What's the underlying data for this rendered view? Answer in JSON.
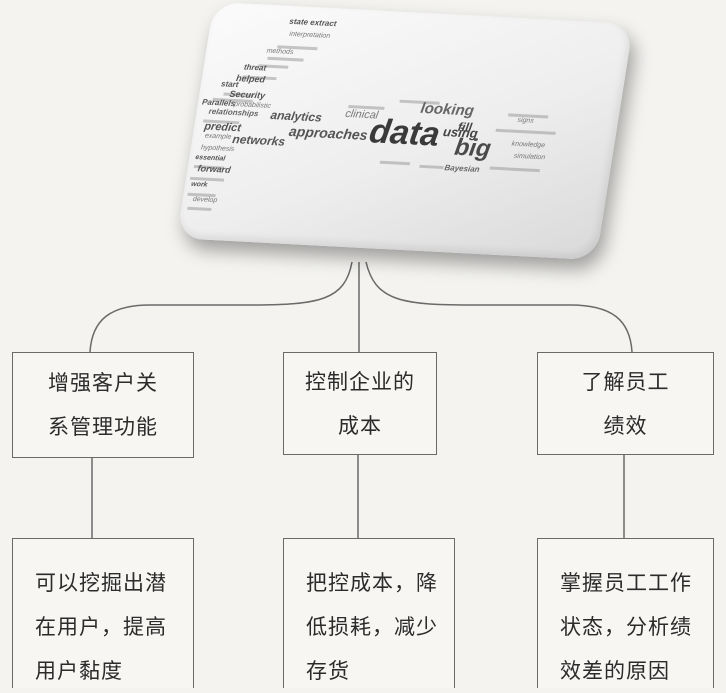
{
  "word_cloud": {
    "words": [
      {
        "text": "data",
        "size": 34,
        "weight": 700,
        "color": "#3a3a3a",
        "rot": 0
      },
      {
        "text": "big",
        "size": 24,
        "weight": 700,
        "color": "#4a4a4a",
        "rot": 0
      },
      {
        "text": "approaches",
        "size": 14,
        "weight": 700,
        "color": "#555555",
        "rot": 0
      },
      {
        "text": "networks",
        "size": 12,
        "weight": 700,
        "color": "#555555",
        "rot": 0
      },
      {
        "text": "looking",
        "size": 15,
        "weight": 700,
        "color": "#666666",
        "rot": 0
      },
      {
        "text": "analytics",
        "size": 12,
        "weight": 700,
        "color": "#555555",
        "rot": 0
      },
      {
        "text": "clinical",
        "size": 11,
        "weight": 400,
        "color": "#777777",
        "rot": 0
      },
      {
        "text": "predict",
        "size": 11,
        "weight": 700,
        "color": "#555555",
        "rot": 0
      },
      {
        "text": "using",
        "size": 13,
        "weight": 700,
        "color": "#444444",
        "rot": 0
      },
      {
        "text": "Security",
        "size": 9,
        "weight": 700,
        "color": "#555555",
        "rot": 0
      },
      {
        "text": "helped",
        "size": 9,
        "weight": 700,
        "color": "#555555",
        "rot": 0
      },
      {
        "text": "forward",
        "size": 9,
        "weight": 700,
        "color": "#555555",
        "rot": 0
      },
      {
        "text": "state extract",
        "size": 8,
        "weight": 700,
        "color": "#555555",
        "rot": 0
      },
      {
        "text": "relationships",
        "size": 8,
        "weight": 700,
        "color": "#666666",
        "rot": 0
      },
      {
        "text": "Bayesian",
        "size": 8,
        "weight": 700,
        "color": "#666666",
        "rot": 0
      },
      {
        "text": "knowledge",
        "size": 7,
        "weight": 400,
        "color": "#777777",
        "rot": 0
      },
      {
        "text": "threat",
        "size": 8,
        "weight": 700,
        "color": "#555555",
        "rot": 0
      },
      {
        "text": "start",
        "size": 8,
        "weight": 700,
        "color": "#555555",
        "rot": 0
      },
      {
        "text": "Parallels",
        "size": 8,
        "weight": 700,
        "color": "#555555",
        "rot": 0
      },
      {
        "text": "probabilistic",
        "size": 7,
        "weight": 400,
        "color": "#777777",
        "rot": 0
      },
      {
        "text": "essential",
        "size": 7,
        "weight": 700,
        "color": "#555555",
        "rot": 0
      },
      {
        "text": "fill",
        "size": 12,
        "weight": 700,
        "color": "#444444",
        "rot": 0
      },
      {
        "text": "interpretation",
        "size": 7,
        "weight": 400,
        "color": "#777777",
        "rot": 0
      },
      {
        "text": "signs",
        "size": 7,
        "weight": 400,
        "color": "#777777",
        "rot": 0
      },
      {
        "text": "simulation",
        "size": 7,
        "weight": 400,
        "color": "#777777",
        "rot": 0
      },
      {
        "text": "example",
        "size": 7,
        "weight": 400,
        "color": "#777777",
        "rot": 0
      },
      {
        "text": "work",
        "size": 7,
        "weight": 700,
        "color": "#555555",
        "rot": 0
      },
      {
        "text": "hypothesis",
        "size": 7,
        "weight": 400,
        "color": "#777777",
        "rot": 0
      },
      {
        "text": "methods",
        "size": 7,
        "weight": 400,
        "color": "#777777",
        "rot": 0
      },
      {
        "text": "develop",
        "size": 7,
        "weight": 400,
        "color": "#777777",
        "rot": 0
      }
    ]
  },
  "diagram": {
    "line_color": "#6a6a6a",
    "categories": [
      {
        "title": [
          "增强客户关",
          "系管理功能"
        ],
        "detail": [
          "可以挖掘出潜",
          "在用户，提高",
          "用户黏度"
        ]
      },
      {
        "title": [
          "控制企业的",
          "成本"
        ],
        "detail": [
          "把控成本，降",
          "低损耗，减少",
          "存货"
        ]
      },
      {
        "title": [
          "了解员工",
          "绩效"
        ],
        "detail": [
          "掌握员工工作",
          "状态，分析绩",
          "效差的原因"
        ]
      }
    ]
  }
}
